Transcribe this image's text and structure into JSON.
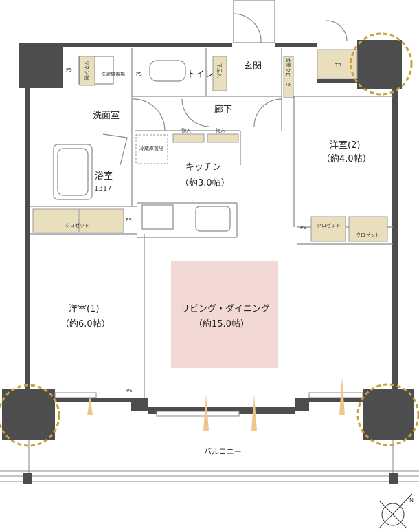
{
  "colors": {
    "wall": "#4d4d4d",
    "closet": "#e9dfbd",
    "living": "#f3d9d5",
    "pillar_ring": "#c9a03a",
    "line": "#8a8a8a"
  },
  "rooms": {
    "entrance": "玄関",
    "toilet": "トイレ",
    "hallway": "廊下",
    "washroom": "洗面室",
    "bathroom": "浴室",
    "bathroom_size": "1317",
    "kitchen": "キッチン",
    "kitchen_size": "（約3.0帖）",
    "western2": "洋室(2)",
    "western2_size": "（約4.0帖）",
    "western1": "洋室(1)",
    "western1_size": "（約6.0帖）",
    "living": "リビング・ダイニング",
    "living_size": "（約15.0帖）",
    "balcony": "バルコニー"
  },
  "fixtures": {
    "ps": "PS",
    "linen": "リネン棚",
    "washer": "洗濯機置場",
    "shoe": "下足入",
    "entrance_cloak": "玄関クローク",
    "storage": "物入",
    "fridge": "冷蔵庫置場",
    "closet": "クロゼット",
    "tr": "TR"
  },
  "compass": {
    "north": "N"
  }
}
